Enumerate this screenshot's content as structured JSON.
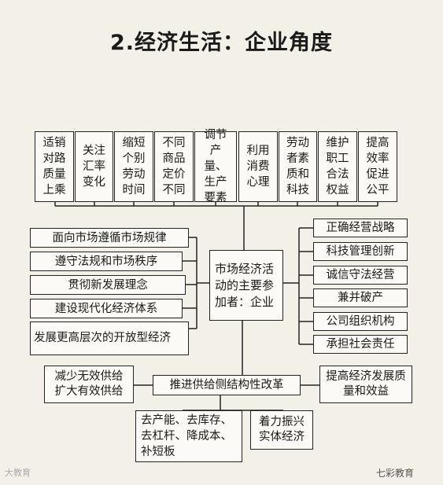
{
  "title": "2.经济生活：企业角度",
  "top_boxes": [
    "适销对路质量上乘",
    "关注汇率变化",
    "缩短个别劳动时间",
    "不同商品定价不同",
    "调节产量、生产要素",
    "利用消费心理",
    "劳动者素质和科技",
    "维护职工合法权益",
    "提高效率促进公平"
  ],
  "left_boxes": [
    "面向市场遵循市场规律",
    "遵守法规和市场秩序",
    "贯彻新发展理念",
    "建设现代化经济体系",
    "发展更高层次的开放型经济"
  ],
  "center": "市场经济活动的主要参加者：企业",
  "right_boxes": [
    "正确经营战略",
    "科技管理创新",
    "诚信守法经营",
    "兼并破产",
    "公司组织机构",
    "承担社会责任"
  ],
  "reform": {
    "main": "推进供给侧结构性改革",
    "left": "减少无效供给扩大有效供给",
    "right": "提高经济发展质量和效益",
    "bottom_left": "去产能、去库存、去杠杆、降成本、补短板",
    "bottom_right": "着力振兴实体经济"
  },
  "watermark_left": "大教育",
  "watermark_right": "七彩教育"
}
